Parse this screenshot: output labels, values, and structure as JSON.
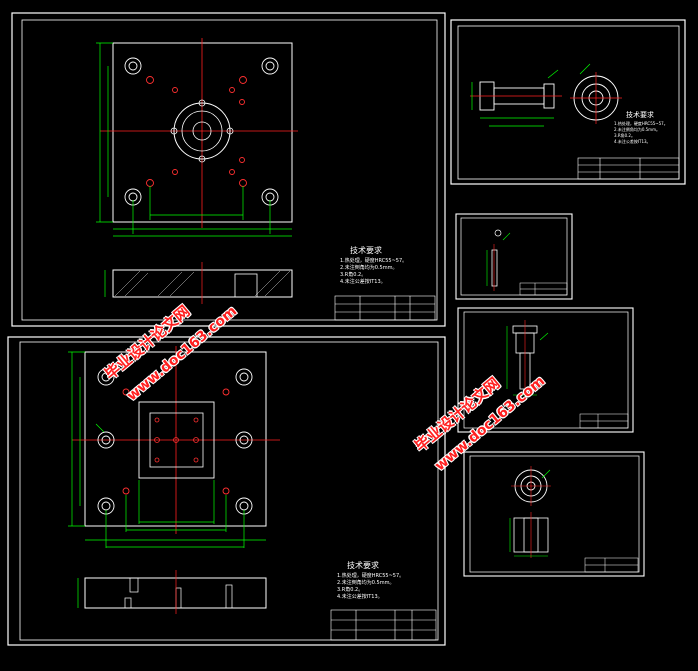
{
  "colors": {
    "background": "#000000",
    "frame": "#ffffff",
    "part_outline": "#ffffff",
    "centerline": "#ff2020",
    "dimension": "#00ff00",
    "hole": "#ff3030",
    "watermark": "#ff2020"
  },
  "notes": {
    "sheet1": {
      "title": "技术要求",
      "lines": [
        "1.热处理，硬度HRC55~57。",
        "2.未注倒角均为0.5mm。",
        "3.R角0.2。",
        "4.未注公差按IT13。"
      ]
    },
    "sheet5": {
      "title": "技术要求",
      "lines": [
        "1.热处理，硬度HRC55~57。",
        "2.未注倒角均为0.5mm。",
        "3.R角0.2。",
        "4.未注公差按IT13。"
      ]
    },
    "sheet2": {
      "title": "技术要求",
      "lines": [
        "1.热处理，硬度HRC55~57。",
        "2.未注倒角均为0.5mm。",
        "3.R角0.2。",
        "4.未注公差按IT13。"
      ]
    }
  },
  "watermarks": [
    {
      "cn": "毕业设计论文网",
      "url": "www.doc163.com"
    },
    {
      "cn": "毕业设计论文网",
      "url": "www.doc163.com"
    }
  ]
}
